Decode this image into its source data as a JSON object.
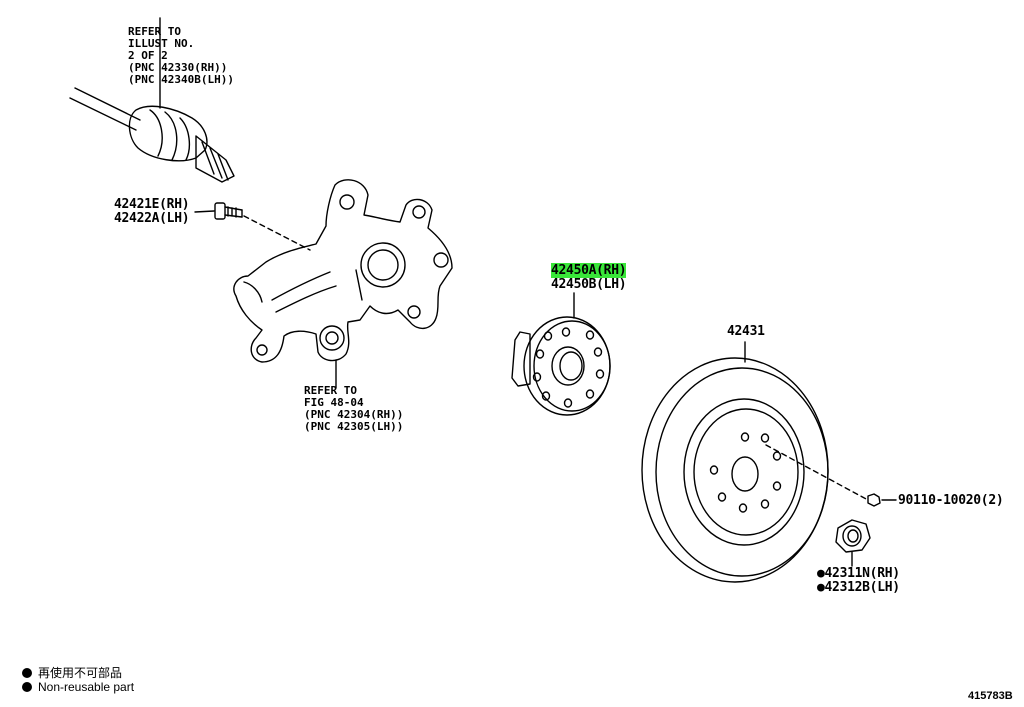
{
  "labels": {
    "refer_shaft": [
      "REFER TO",
      "ILLUST NO.",
      "2 OF 2",
      "(PNC 42330(RH))",
      "(PNC 42340B(LH))"
    ],
    "refer_knuckle": [
      "REFER TO",
      "FIG 48-04",
      "(PNC 42304(RH))",
      "(PNC 42305(LH))"
    ],
    "bolt": [
      "42421E(RH)",
      "42422A(LH)"
    ],
    "hub_rh": "42450A(RH)",
    "hub_lh": "42450B(LH)",
    "disc": "42431",
    "small_nut": "90110-10020(2)",
    "nut_rh": "●42311N(RH)",
    "nut_lh": "●42312B(LH)"
  },
  "legend": {
    "jp": "再使用不可部品",
    "en": "Non-reusable part"
  },
  "drawing_code": "415783B",
  "colors": {
    "highlight": "#39e639",
    "line": "#000000"
  }
}
